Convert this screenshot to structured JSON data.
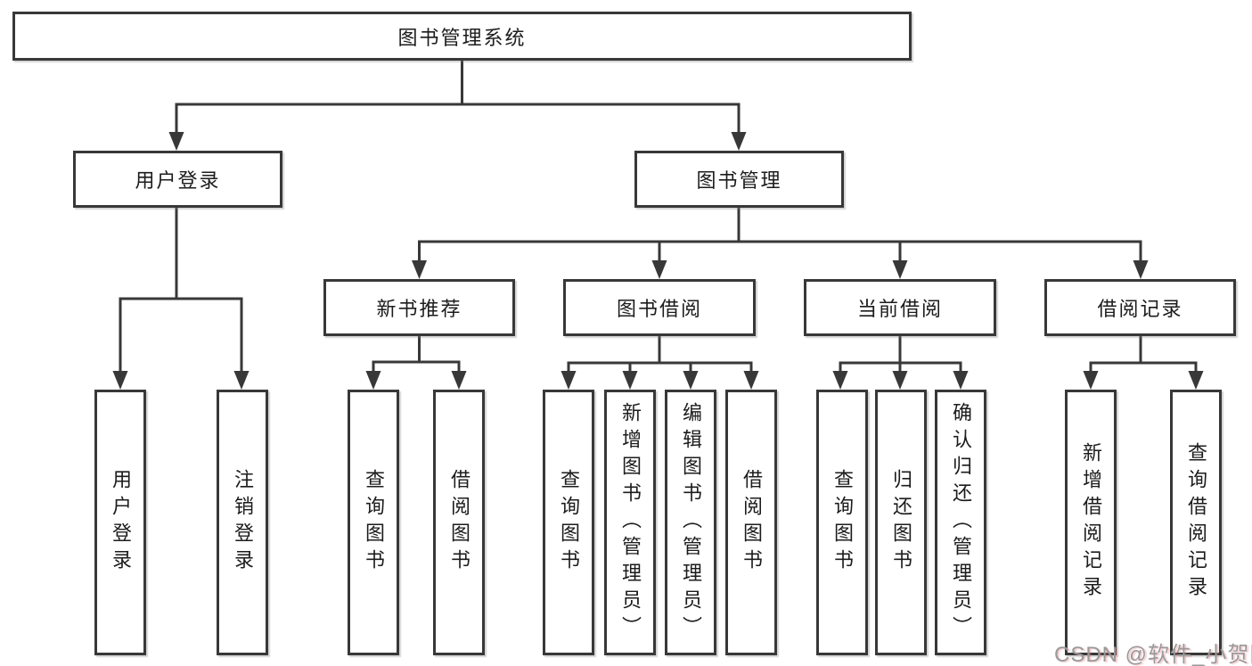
{
  "diagram": {
    "root": {
      "label": "图书管理系统"
    },
    "level2": [
      {
        "label": "用户登录"
      },
      {
        "label": "图书管理"
      }
    ],
    "level3": [
      {
        "label": "新书推荐"
      },
      {
        "label": "图书借阅"
      },
      {
        "label": "当前借阅"
      },
      {
        "label": "借阅记录"
      }
    ],
    "leaves": [
      {
        "label": "用户登录",
        "parent": "用户登录"
      },
      {
        "label": "注销登录",
        "parent": "用户登录"
      },
      {
        "label": "查询图书",
        "parent": "新书推荐"
      },
      {
        "label": "借阅图书",
        "parent": "新书推荐"
      },
      {
        "label": "查询图书",
        "parent": "图书借阅"
      },
      {
        "label": "新增图书（管理员）",
        "parent": "图书借阅"
      },
      {
        "label": "编辑图书（管理员）",
        "parent": "图书借阅"
      },
      {
        "label": "借阅图书",
        "parent": "图书借阅"
      },
      {
        "label": "查询图书",
        "parent": "当前借阅"
      },
      {
        "label": "归还图书",
        "parent": "当前借阅"
      },
      {
        "label": "确认归还（管理员）",
        "parent": "当前借阅"
      },
      {
        "label": "新增借阅记录",
        "parent": "借阅记录"
      },
      {
        "label": "查询借阅记录",
        "parent": "借阅记录"
      }
    ]
  },
  "watermark": {
    "label": "CSDN @软件_小贺同学"
  },
  "colors": {
    "line": "#383838",
    "text": "#1c1c1c",
    "watermark_text": "#98999b",
    "background": "#ffffff"
  }
}
